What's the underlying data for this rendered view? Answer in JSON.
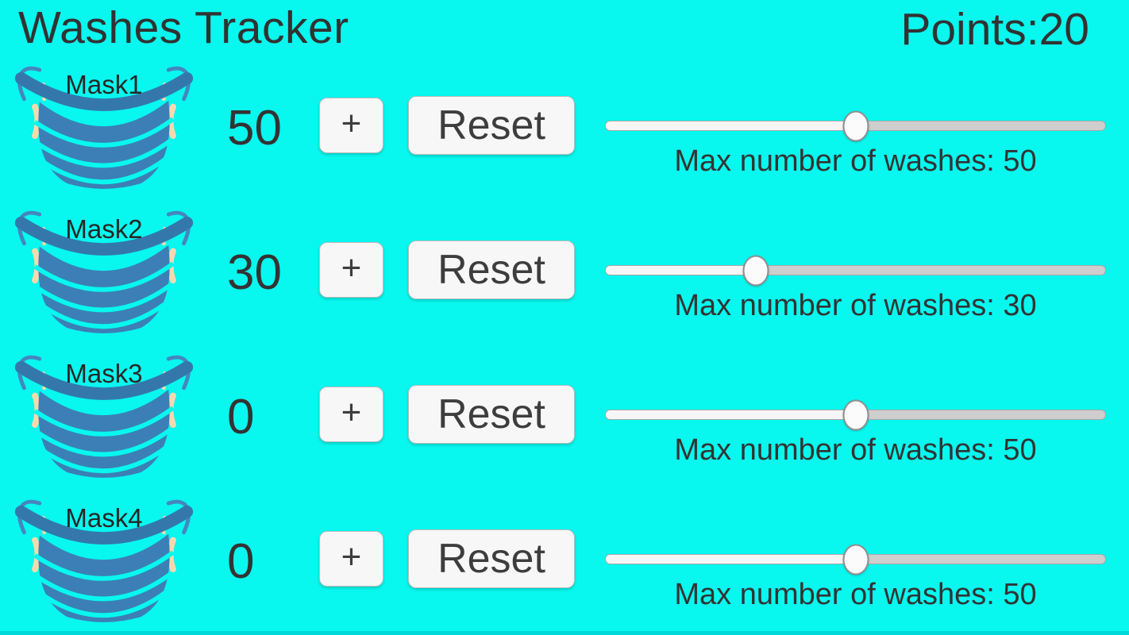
{
  "app": {
    "title": "Washes Tracker",
    "points": "Points:20"
  },
  "colors": {
    "background": "#08F7EE",
    "mask_blue": "#3C7FB6",
    "mask_band": "#3478AB",
    "mask_peach": "#F8D9AE",
    "button_bg": "#F7F7F7",
    "text": "#333333"
  },
  "rows": [
    {
      "mask_label": "Mask1",
      "count": "50",
      "plus_label": "+",
      "reset_label": "Reset",
      "slider_percent": 50,
      "max_label": "Max number of washes: 50"
    },
    {
      "mask_label": "Mask2",
      "count": "30",
      "plus_label": "+",
      "reset_label": "Reset",
      "slider_percent": 30,
      "max_label": "Max number of washes: 30"
    },
    {
      "mask_label": "Mask3",
      "count": "0",
      "plus_label": "+",
      "reset_label": "Reset",
      "slider_percent": 50,
      "max_label": "Max number of washes: 50"
    },
    {
      "mask_label": "Mask4",
      "count": "0",
      "plus_label": "+",
      "reset_label": "Reset",
      "slider_percent": 50,
      "max_label": "Max number of washes: 50"
    }
  ]
}
